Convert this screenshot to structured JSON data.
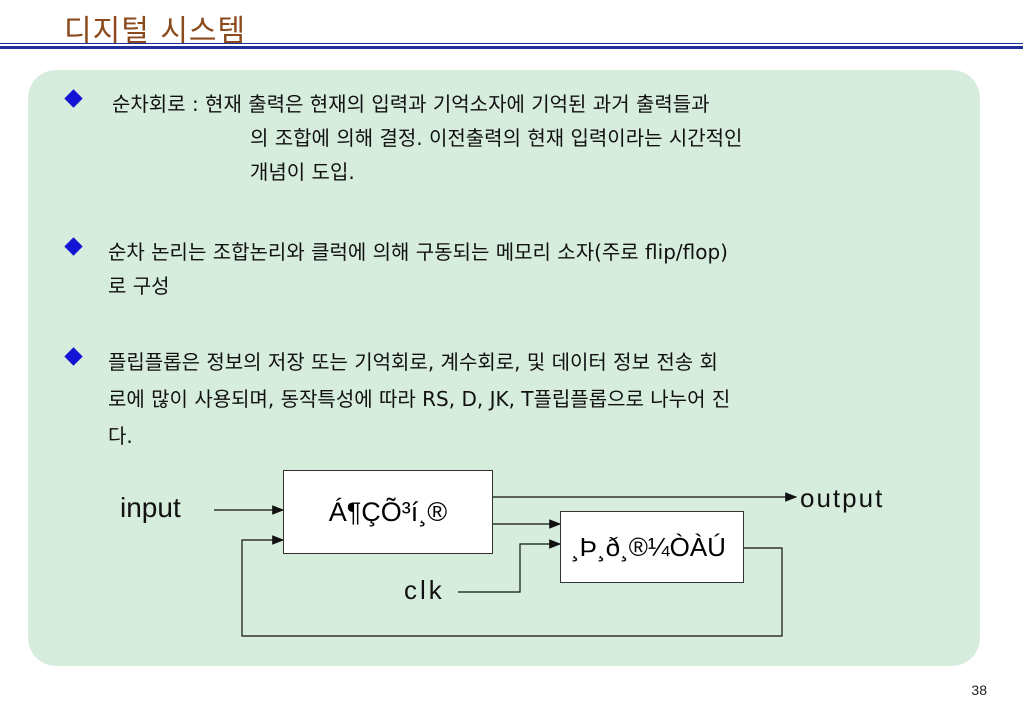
{
  "slide": {
    "title": "디지털 시스템",
    "page_number": "38"
  },
  "bullets": [
    {
      "lines": [
        "순차회로 : 현재 출력은 현재의 입력과 기억소자에 기억된 과거 출력들과",
        "의 조합에 의해 결정. 이전출력의 현재 입력이라는 시간적인",
        "개념이 도입."
      ]
    },
    {
      "lines": [
        "순차 논리는 조합논리와 클럭에 의해 구동되는 메모리 소자(주로 flip/flop)",
        "로 구성"
      ]
    },
    {
      "lines": [
        "플립플롭은 정보의 저장 또는 기억회로, 계수회로, 및 데이터 정보 전송 회",
        "로에 많이 사용되며, 동작특성에 따라 RS, D, JK, T플립플롭으로 나누어 진",
        "다."
      ]
    }
  ],
  "diagram": {
    "input_label": "input",
    "output_label": "output",
    "clk_label": "clk",
    "combinational_box_label": "Á¶ÇÕ³í¸®",
    "memory_box_label": "¸Þ¸ð¸®¼ÒÀÚ"
  },
  "colors": {
    "title": "#8a4a1c",
    "rule": "#1c2f9a",
    "panel_bg": "#d6ecdd",
    "bullet_marker": "#1414d4"
  }
}
